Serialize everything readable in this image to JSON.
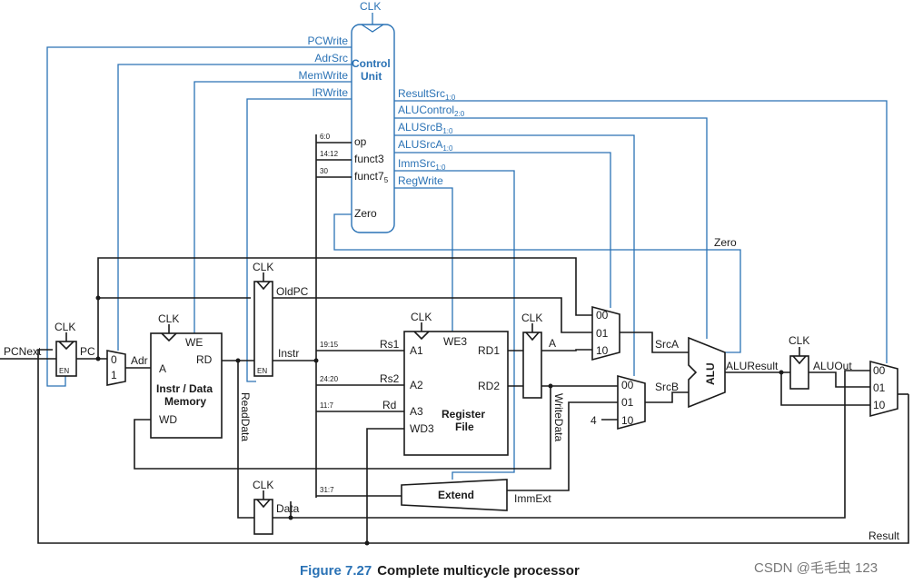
{
  "labels": {
    "clk": "CLK",
    "pcnext": "PCNext",
    "pc": "PC",
    "en": "EN",
    "adr": "Adr",
    "a": "A",
    "we": "WE",
    "rd": "RD",
    "wd": "WD",
    "mem_line1": "Instr / Data",
    "mem_line2": "Memory",
    "readdata": "ReadData",
    "oldpc": "OldPC",
    "instr": "Instr",
    "data": "Data",
    "rs1": "Rs1",
    "rs2": "Rs2",
    "rd_field": "Rd",
    "we3": "WE3",
    "a1": "A1",
    "a2": "A2",
    "a3": "A3",
    "wd3": "WD3",
    "rd1": "RD1",
    "rd2": "RD2",
    "regfile_line1": "Register",
    "regfile_line2": "File",
    "extend": "Extend",
    "immext": "ImmExt",
    "writedata": "WriteData",
    "srca": "SrcA",
    "srcb": "SrcB",
    "const4": "4",
    "alu": "ALU",
    "aluresult": "ALUResult",
    "aluout": "ALUOut",
    "zero": "Zero",
    "result": "Result",
    "mux_0": "0",
    "mux_1": "1",
    "mux_00": "00",
    "mux_01": "01",
    "mux_10": "10",
    "bits_6_0": "6:0",
    "bits_14_12": "14:12",
    "bits_30": "30",
    "bits_19_15": "19:15",
    "bits_24_20": "24:20",
    "bits_11_7": "11:7",
    "bits_31_7": "31:7"
  },
  "control_unit": {
    "title_line1": "Control",
    "title_line2": "Unit",
    "clk": "CLK",
    "in_op": "op",
    "in_funct3": "funct3",
    "in_funct7": "funct7",
    "in_funct7_sub": "5",
    "in_zero": "Zero",
    "out_pcwrite": "PCWrite",
    "out_adrsrc": "AdrSrc",
    "out_memwrite": "MemWrite",
    "out_irwrite": "IRWrite",
    "out_resultsrc": "ResultSrc",
    "out_resultsrc_sub": "1:0",
    "out_alucontrol": "ALUControl",
    "out_alucontrol_sub": "2:0",
    "out_alusrcb": "ALUSrcB",
    "out_alusrcb_sub": "1:0",
    "out_alusrca": "ALUSrcA",
    "out_alusrca_sub": "1:0",
    "out_immsrc": "ImmSrc",
    "out_immsrc_sub": "1:0",
    "out_regwrite": "RegWrite"
  },
  "caption": {
    "number": "Figure 7.27",
    "title": "Complete multicycle processor"
  },
  "watermark": "CSDN @毛毛虫 123",
  "colors": {
    "control": "#2a72b5",
    "datapath": "#1a1a1a"
  }
}
